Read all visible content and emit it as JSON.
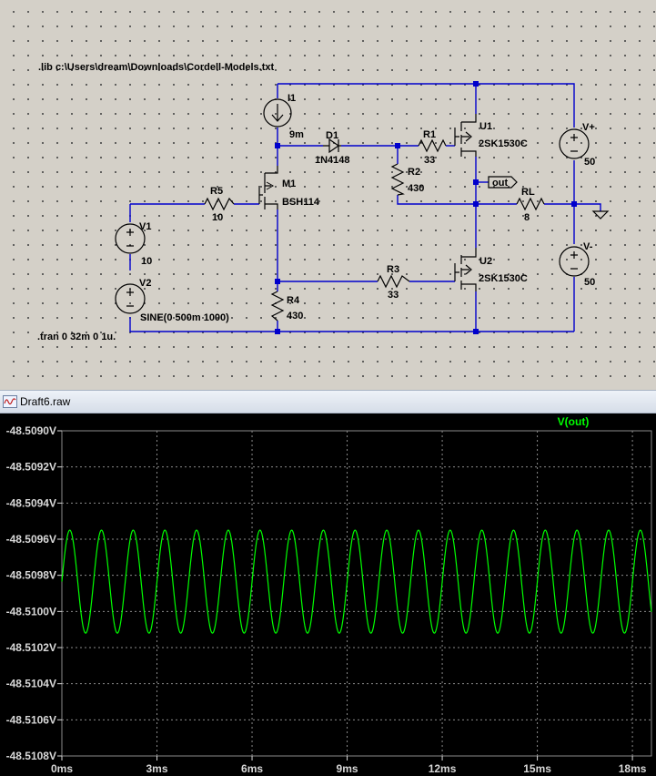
{
  "schematic": {
    "directives": {
      "lib": ".lib c:\\Users\\dream\\Downloads\\Cordell-Models.txt",
      "tran": ".tran 0 32m 0 1u."
    },
    "components": {
      "I1": {
        "name": "I1",
        "value": "9m"
      },
      "D1": {
        "name": "D1",
        "value": "1N4148"
      },
      "R1": {
        "name": "R1",
        "value": "33"
      },
      "U1": {
        "name": "U1",
        "value": "2SK1530C"
      },
      "Vplus": {
        "name": "V+",
        "value": "50"
      },
      "R2": {
        "name": "R2",
        "value": "430"
      },
      "M1": {
        "name": "M1",
        "value": "BSH114"
      },
      "R5": {
        "name": "R5",
        "value": "10"
      },
      "RL": {
        "name": "RL",
        "value": "8"
      },
      "V1": {
        "name": "V1",
        "value": "10"
      },
      "V2": {
        "name": "V2",
        "value": "SINE(0 500m 1000)"
      },
      "U2": {
        "name": "U2",
        "value": "2SK1530C"
      },
      "Vminus": {
        "name": "V-",
        "value": "50"
      },
      "R3": {
        "name": "R3",
        "value": "33"
      },
      "R4": {
        "name": "R4",
        "value": "430"
      }
    },
    "net_label": "out"
  },
  "waveform_window": {
    "title": "Draft6.raw",
    "icon": "waveform-icon"
  },
  "chart_data": {
    "type": "line",
    "title": "",
    "series": [
      {
        "name": "V(out)",
        "color": "#00ff00",
        "waveform": "sine",
        "frequency_hz": 1000,
        "max_v": -48.50955,
        "min_v": -48.51012,
        "first_max_ms": 0.25
      }
    ],
    "xlabel": "",
    "ylabel": "",
    "xlim": [
      0,
      18.6
    ],
    "ylim": [
      -48.5108,
      -48.509
    ],
    "x_ticks": [
      "0ms",
      "3ms",
      "6ms",
      "9ms",
      "12ms",
      "15ms",
      "18ms"
    ],
    "x_tick_values": [
      0,
      3,
      6,
      9,
      12,
      15,
      18
    ],
    "y_ticks": [
      "-48.5090V",
      "-48.5092V",
      "-48.5094V",
      "-48.5096V",
      "-48.5098V",
      "-48.5100V",
      "-48.5102V",
      "-48.5104V",
      "-48.5106V",
      "-48.5108V"
    ],
    "y_tick_values": [
      -48.509,
      -48.5092,
      -48.5094,
      -48.5096,
      -48.5098,
      -48.51,
      -48.5102,
      -48.5104,
      -48.5106,
      -48.5108
    ],
    "grid": true,
    "background": "#000000",
    "grid_color": "#8a8a8a",
    "legend_placement": "top-center"
  },
  "colors": {
    "wire": "#0000cc",
    "component": "#000000",
    "junction": "#0000cc"
  }
}
